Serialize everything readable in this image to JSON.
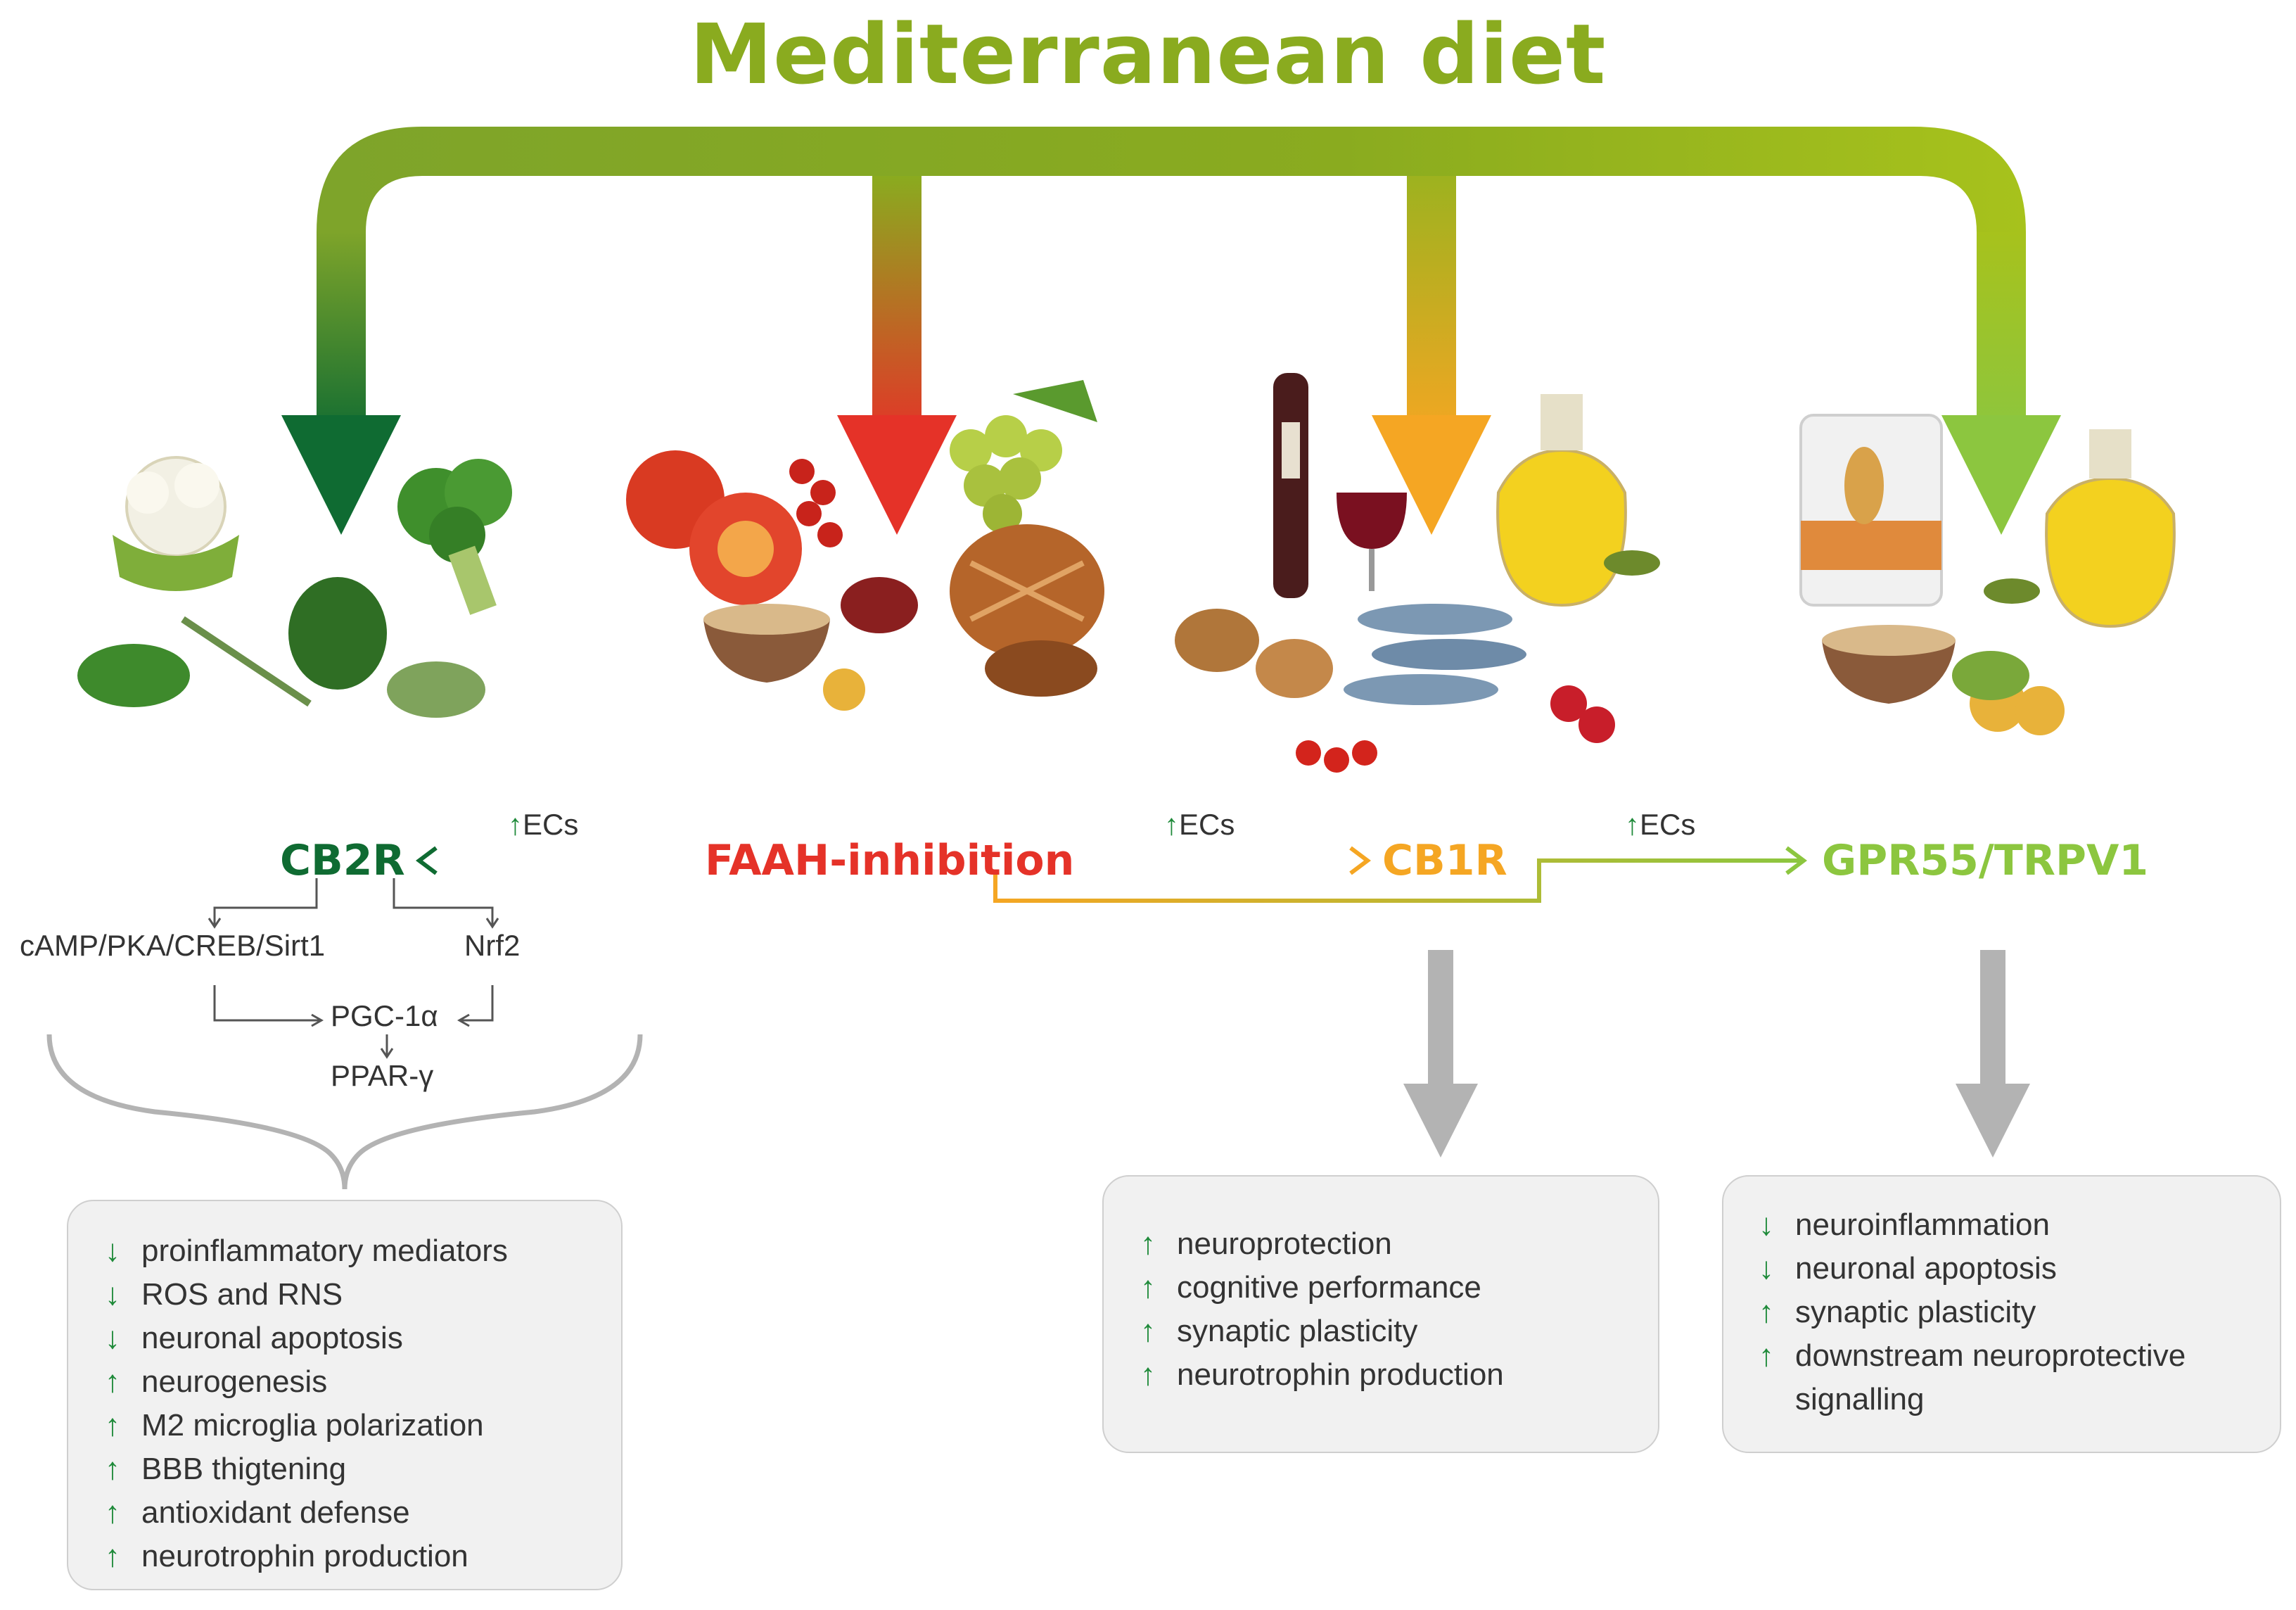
{
  "title": "Mediterranean diet",
  "colors": {
    "title": "#8aab1f",
    "cb2r": "#0f6b32",
    "faah": "#e53228",
    "cb1r": "#f5a623",
    "gpr55": "#8cc63f",
    "up_arrow": "#1f8a3a",
    "grey_arrow": "#b3b3b3"
  },
  "nodes": {
    "cb2r": "CB2R",
    "faah": "FAAH-inhibition",
    "cb1r": "CB1R",
    "gpr55": "GPR55/TRPV1"
  },
  "ecs_labels": {
    "left": "ECs",
    "middle": "ECs",
    "right": "ECs",
    "arrow": "↑"
  },
  "pathway": {
    "camp": "cAMP/PKA/CREB/Sirt1",
    "nrf2": "Nrf2",
    "pgc": "PGC-1α",
    "ppar": "PPAR-γ"
  },
  "food_icons": [
    "cauliflower-icon",
    "broccoli-icon",
    "herbs-icon",
    "tomato-icon",
    "currant-icon",
    "grapes-icon",
    "bread-icon",
    "beans-icon",
    "legume-bowl-icon",
    "wine-icon",
    "olive-oil-icon",
    "walnut-icon",
    "sardine-icon",
    "berries-icon",
    "flour-sack-icon",
    "chickpea-icon"
  ],
  "boxes": {
    "cb2r": [
      {
        "dir": "down",
        "text": "proinflammatory mediators"
      },
      {
        "dir": "down",
        "text": "ROS and RNS"
      },
      {
        "dir": "down",
        "text": "neuronal apoptosis"
      },
      {
        "dir": "up",
        "text": "neurogenesis"
      },
      {
        "dir": "up",
        "text": "M2 microglia polarization"
      },
      {
        "dir": "up",
        "text": "BBB thigtening"
      },
      {
        "dir": "up",
        "text": "antioxidant defense"
      },
      {
        "dir": "up",
        "text": "neurotrophin production"
      }
    ],
    "cb1r": [
      {
        "dir": "up",
        "text": "neuroprotection"
      },
      {
        "dir": "up",
        "text": "cognitive performance"
      },
      {
        "dir": "up",
        "text": "synaptic plasticity"
      },
      {
        "dir": "up",
        "text": "neurotrophin production"
      }
    ],
    "gpr55": [
      {
        "dir": "down",
        "text": "neuroinflammation"
      },
      {
        "dir": "down",
        "text": "neuronal apoptosis"
      },
      {
        "dir": "up",
        "text": "synaptic plasticity"
      },
      {
        "dir": "up",
        "text": "downstream neuroprotective"
      },
      {
        "dir": "none",
        "text": "signalling"
      }
    ]
  }
}
